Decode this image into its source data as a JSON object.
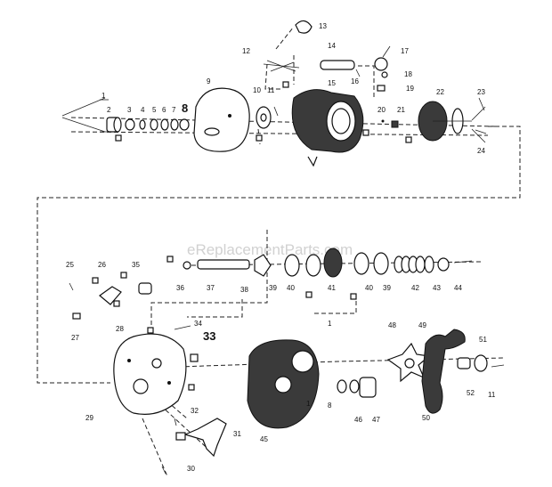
{
  "watermark": "eReplacementParts.com",
  "labels": [
    {
      "id": "p1a",
      "text": "1"
    },
    {
      "id": "p2",
      "text": "2"
    },
    {
      "id": "p3",
      "text": "3"
    },
    {
      "id": "p4",
      "text": "4"
    },
    {
      "id": "p5",
      "text": "5"
    },
    {
      "id": "p6",
      "text": "6"
    },
    {
      "id": "p7",
      "text": "7"
    },
    {
      "id": "p8",
      "text": "8"
    },
    {
      "id": "p9",
      "text": "9"
    },
    {
      "id": "p10",
      "text": "10"
    },
    {
      "id": "p11a",
      "text": "11"
    },
    {
      "id": "p12",
      "text": "12"
    },
    {
      "id": "p13",
      "text": "13"
    },
    {
      "id": "p14",
      "text": "14"
    },
    {
      "id": "p15",
      "text": "15"
    },
    {
      "id": "p16",
      "text": "16"
    },
    {
      "id": "p17",
      "text": "17"
    },
    {
      "id": "p18",
      "text": "18"
    },
    {
      "id": "p19",
      "text": "19"
    },
    {
      "id": "p20",
      "text": "20"
    },
    {
      "id": "p21",
      "text": "21"
    },
    {
      "id": "p22",
      "text": "22"
    },
    {
      "id": "p23",
      "text": "23"
    },
    {
      "id": "p24",
      "text": "24"
    },
    {
      "id": "p25",
      "text": "25"
    },
    {
      "id": "p26",
      "text": "26"
    },
    {
      "id": "p27",
      "text": "27"
    },
    {
      "id": "p28",
      "text": "28"
    },
    {
      "id": "p29",
      "text": "29"
    },
    {
      "id": "p30",
      "text": "30"
    },
    {
      "id": "p31",
      "text": "31"
    },
    {
      "id": "p32",
      "text": "32"
    },
    {
      "id": "p33",
      "text": "33"
    },
    {
      "id": "p34",
      "text": "34"
    },
    {
      "id": "p35",
      "text": "35"
    },
    {
      "id": "p36",
      "text": "36"
    },
    {
      "id": "p37",
      "text": "37"
    },
    {
      "id": "p38",
      "text": "38"
    },
    {
      "id": "p39a",
      "text": "39"
    },
    {
      "id": "p40a",
      "text": "40"
    },
    {
      "id": "p41",
      "text": "41"
    },
    {
      "id": "p40b",
      "text": "40"
    },
    {
      "id": "p39b",
      "text": "39"
    },
    {
      "id": "p42",
      "text": "42"
    },
    {
      "id": "p43",
      "text": "43"
    },
    {
      "id": "p44",
      "text": "44"
    },
    {
      "id": "p1b",
      "text": "1"
    },
    {
      "id": "p1c",
      "text": "1"
    },
    {
      "id": "p8b",
      "text": "8"
    },
    {
      "id": "p45",
      "text": "45"
    },
    {
      "id": "p46",
      "text": "46"
    },
    {
      "id": "p47",
      "text": "47"
    },
    {
      "id": "p48",
      "text": "48"
    },
    {
      "id": "p49",
      "text": "49"
    },
    {
      "id": "p50",
      "text": "50"
    },
    {
      "id": "p51",
      "text": "51"
    },
    {
      "id": "p52",
      "text": "52"
    },
    {
      "id": "p11b",
      "text": "11"
    }
  ]
}
